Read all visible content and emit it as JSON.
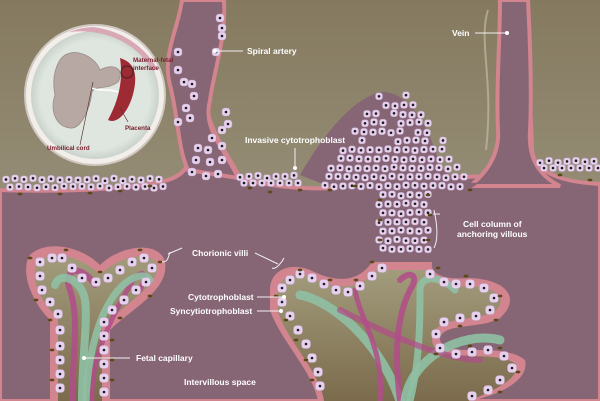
{
  "title": "Maternal-fetal interface of the placenta",
  "colors": {
    "decidua_top": "#857a5f",
    "decidua_bottom": "#a39c8a",
    "intervillous_space": "#866574",
    "vessel_fill": "#866574",
    "vessel_wall": "#d2848f",
    "syncytium": "#d2848f",
    "syncytial_nuclei": "#5b4a16",
    "cytotrophoblast_cell": "#e6d0ee",
    "cell_nucleus": "#1a1a1a",
    "villous_core_top": "#a09a78",
    "villous_core_bottom": "#7d6e4f",
    "fetal_capillary_green": "#8fc0a4",
    "fetal_capillary_magenta": "#b24c8a",
    "label_text": "#ffffff",
    "inset_label_text": "#7a2030",
    "placenta_red": "#9e2a33"
  },
  "inset": {
    "labels": {
      "maternal_fetal_interface_line1": "Maternal-fetal",
      "maternal_fetal_interface_line2": "interface",
      "placenta": "Placenta",
      "umbilical_cord": "Umbilical cord"
    }
  },
  "labels": {
    "spiral_artery": "Spiral artery",
    "vein": "Vein",
    "invasive_cytotrophoblast": "Invasive cytotrophoblast",
    "cell_column_line1": "Cell column of",
    "cell_column_line2": "anchoring villous",
    "chorionic_villi": "Chorionic villi",
    "cytotrophoblast": "Cytotrophoblast",
    "syncytiotrophoblast": "Syncytiotrophoblast",
    "fetal_capillary": "Fetal capillary",
    "intervillous_space": "Intervillous space"
  }
}
